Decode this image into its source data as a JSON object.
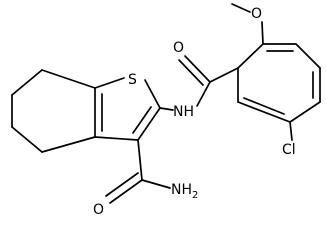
{
  "molecule": {
    "atoms": {
      "sulfur": "S",
      "amide_nh": "NH",
      "carbonyl_o_upper": "O",
      "methoxy_o": "O",
      "chlorine": "Cl",
      "carboxamide_o": "O",
      "carboxamide_nh2": "NH",
      "nh2_subscript": "2"
    }
  }
}
